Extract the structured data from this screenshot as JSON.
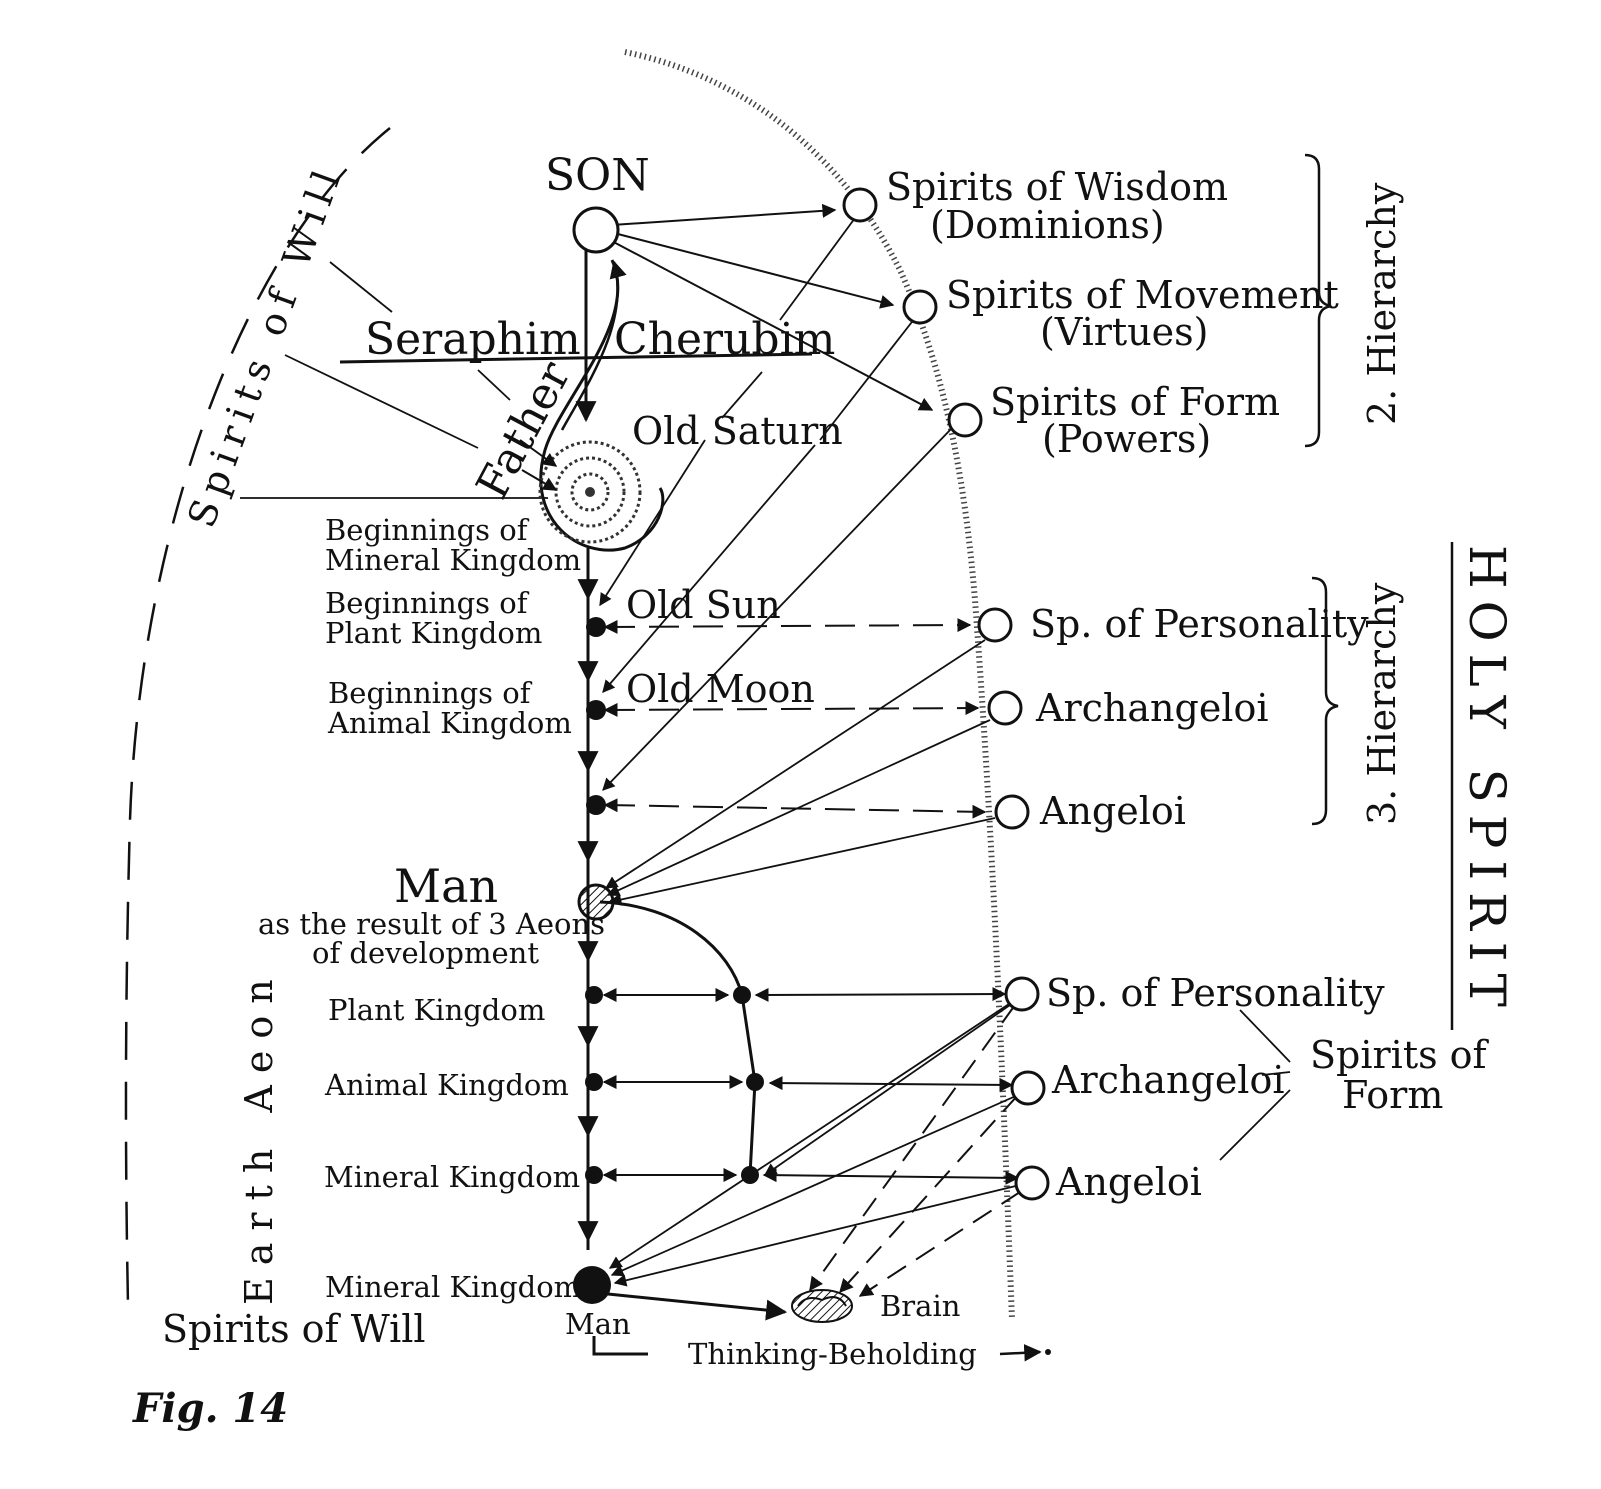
{
  "labels": {
    "son": "SON",
    "father": "Father",
    "seraphim": "Seraphim",
    "cherubim": "Cherubim",
    "spirits_of_will_arc": "Spirits of Will",
    "spirits_of_will_bottom": "Spirits of Will",
    "old_saturn": "Old Saturn",
    "old_sun": "Old Sun",
    "old_moon": "Old Moon",
    "beginnings_mineral_1": "Beginnings of",
    "beginnings_mineral_2": "Mineral Kingdom",
    "beginnings_plant_1": "Beginnings of",
    "beginnings_plant_2": "Plant Kingdom",
    "beginnings_animal_1": "Beginnings of",
    "beginnings_animal_2": "Animal Kingdom",
    "man": "Man",
    "man_sub_1": "as the result of 3 Aeons",
    "man_sub_2": "of development",
    "plant_kingdom": "Plant Kingdom",
    "animal_kingdom": "Animal Kingdom",
    "mineral_kingdom_1": "Mineral Kingdom",
    "mineral_kingdom_2": "Mineral Kingdom",
    "man_bottom": "Man",
    "brain": "Brain",
    "thinking_beholding": "Thinking-Beholding",
    "earth_aeon": "Earth Aeon",
    "wisdom_1": "Spirits of Wisdom",
    "wisdom_2": "(Dominions)",
    "movement_1": "Spirits of Movement",
    "movement_2": "(Virtues)",
    "form_1": "Spirits of Form",
    "form_2": "(Powers)",
    "hierarchy_2": "2. Hierarchy",
    "hierarchy_3": "3. Hierarchy",
    "holy_spirit": "HOLY SPIRIT",
    "sp_personality_upper": "Sp. of Personality",
    "archangeloi_upper": "Archangeloi",
    "angeloi_upper": "Angeloi",
    "sp_personality_lower": "Sp. of Personality",
    "archangeloi_lower": "Archangeloi",
    "angeloi_lower": "Angeloi",
    "spirits_of_form_right_1": "Spirits of",
    "spirits_of_form_right_2": "Form",
    "fig_caption": "Fig. 14"
  }
}
